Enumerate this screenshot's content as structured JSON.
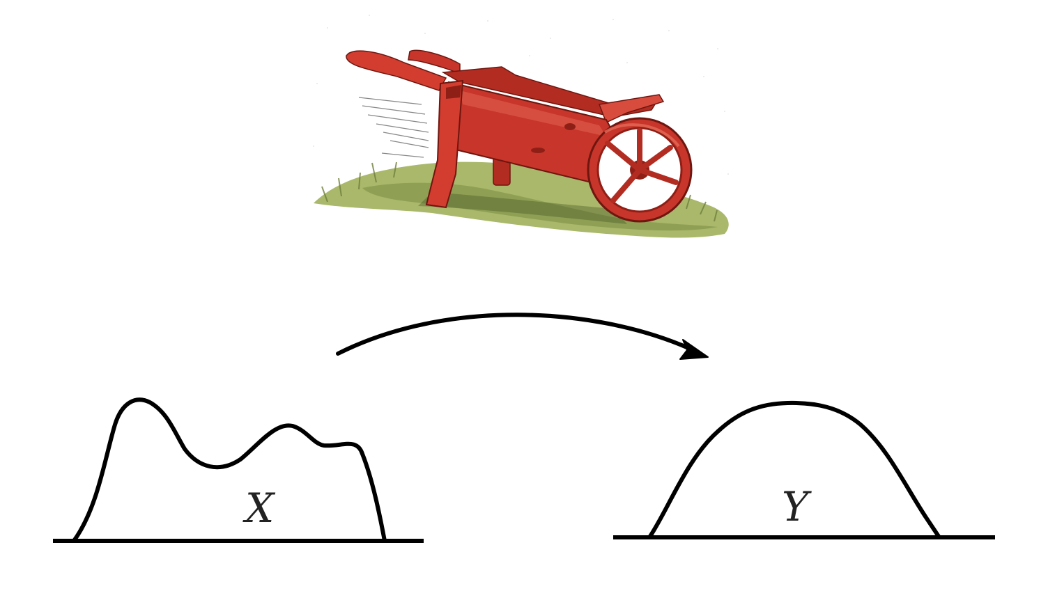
{
  "labels": {
    "source": "X",
    "target": "Y"
  },
  "illustration": {
    "subject": "wheelbarrow",
    "colors": {
      "body": "#c8352a",
      "body_dark": "#8e1f17",
      "body_light": "#dc5a48",
      "grass": "#a9b86a",
      "grass_dark": "#6f7f3c"
    }
  },
  "colors": {
    "stroke": "#000000",
    "background": "#ffffff"
  }
}
